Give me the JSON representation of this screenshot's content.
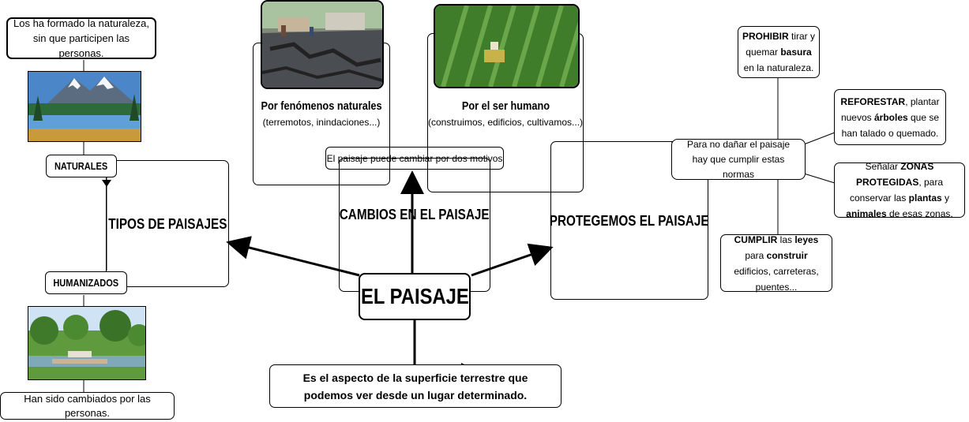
{
  "central": {
    "title": "EL PAISAJE",
    "definition": "Es el aspecto de la superficie terrestre que podemos ver desde un lugar determinado."
  },
  "tipos": {
    "title": "TIPOS DE PAISAJES",
    "naturales": {
      "label": "NATURALES",
      "description": "Los ha formado la naturaleza, sin que participen las personas.",
      "image": "mountain-lake-photo"
    },
    "humanizados": {
      "label": "HUMANIZADOS",
      "description": "Han sido cambiados por las personas.",
      "image": "park-photo"
    }
  },
  "cambios": {
    "title": "CAMBIOS EN EL PAISAJE",
    "intro": "El paisaje puede cambiar por dos motivos",
    "naturales": {
      "title": "Por fenómenos naturales",
      "detail": "(terremotos, inindaciones...)",
      "image": "earthquake-photo"
    },
    "humano": {
      "title": "Por el ser humano",
      "detail": "(construimos, edificios, cultivamos...)",
      "image": "crop-field-photo"
    }
  },
  "protegemos": {
    "title": "PROTEGEMOS EL PAISAJE",
    "intro": "Para no dañar el paisaje hay que cumplir estas normas",
    "normas": [
      {
        "parts": [
          [
            "PROHIBIR",
            true
          ],
          [
            " tirar",
            false
          ],
          [
            " y quemar ",
            false
          ],
          [
            "basura",
            true
          ],
          [
            " en la naturaleza.",
            false
          ]
        ]
      },
      {
        "parts": [
          [
            "REFORESTAR",
            true
          ],
          [
            ", plantar nuevos ",
            false
          ],
          [
            "árboles",
            true
          ],
          [
            " que se han talado o quemado.",
            false
          ]
        ]
      },
      {
        "parts": [
          [
            "Señalar ",
            false
          ],
          [
            "ZONAS PROTEGIDAS",
            true
          ],
          [
            ", para conservar las ",
            false
          ],
          [
            "plantas",
            true
          ],
          [
            " y ",
            false
          ],
          [
            "animales",
            true
          ],
          [
            " de esas zonas.",
            false
          ]
        ]
      },
      {
        "parts": [
          [
            "CUMPLIR",
            true
          ],
          [
            " las ",
            false
          ],
          [
            "leyes",
            true
          ],
          [
            " para ",
            false
          ],
          [
            "construir",
            true
          ],
          [
            " edificios, carreteras, puentes...",
            false
          ]
        ]
      }
    ]
  }
}
